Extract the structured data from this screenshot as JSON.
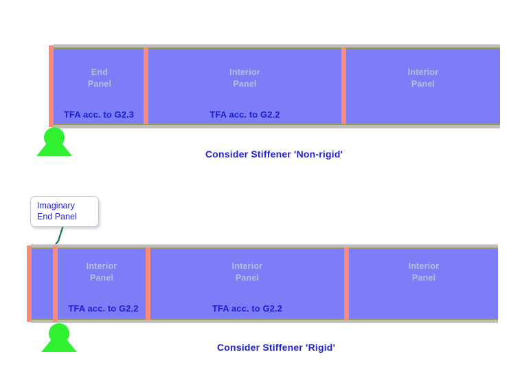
{
  "figure": {
    "background_color": "#ffffff",
    "colors": {
      "web": "#7d7df7",
      "flange": "#bdbdbd",
      "flange_line": "#9a9a4a",
      "stiffener": "#fa8a7a",
      "support": "#31ef31",
      "panel_label": "#b9bdd9",
      "tfa_label": "#1f1fd2",
      "caption": "#1f1fd2",
      "callout_border": "#b9c6dd",
      "leader_line": "#1d7a66"
    }
  },
  "diagrams": [
    {
      "id": "non-rigid-case",
      "caption": "Consider Stiffener 'Non-rigid'",
      "panels": [
        {
          "name": "End\nPanel",
          "tfa": "TFA acc. to G2.3"
        },
        {
          "name": "Interior\nPanel",
          "tfa": "TFA acc. to G2.2"
        },
        {
          "name": "Interior\nPanel",
          "tfa": ""
        }
      ],
      "support": "pin-support"
    },
    {
      "id": "rigid-case",
      "caption": "Consider Stiffener 'Rigid'",
      "callout": {
        "text": "Imaginary\nEnd Panel",
        "leader": "leader-line"
      },
      "panels": [
        {
          "name": "",
          "tfa": ""
        },
        {
          "name": "Interior\nPanel",
          "tfa": "TFA acc. to G2.2"
        },
        {
          "name": "Interior\nPanel",
          "tfa": "TFA acc. to G2.2"
        },
        {
          "name": "Interior\nPanel",
          "tfa": ""
        }
      ],
      "support": "pin-support"
    }
  ]
}
